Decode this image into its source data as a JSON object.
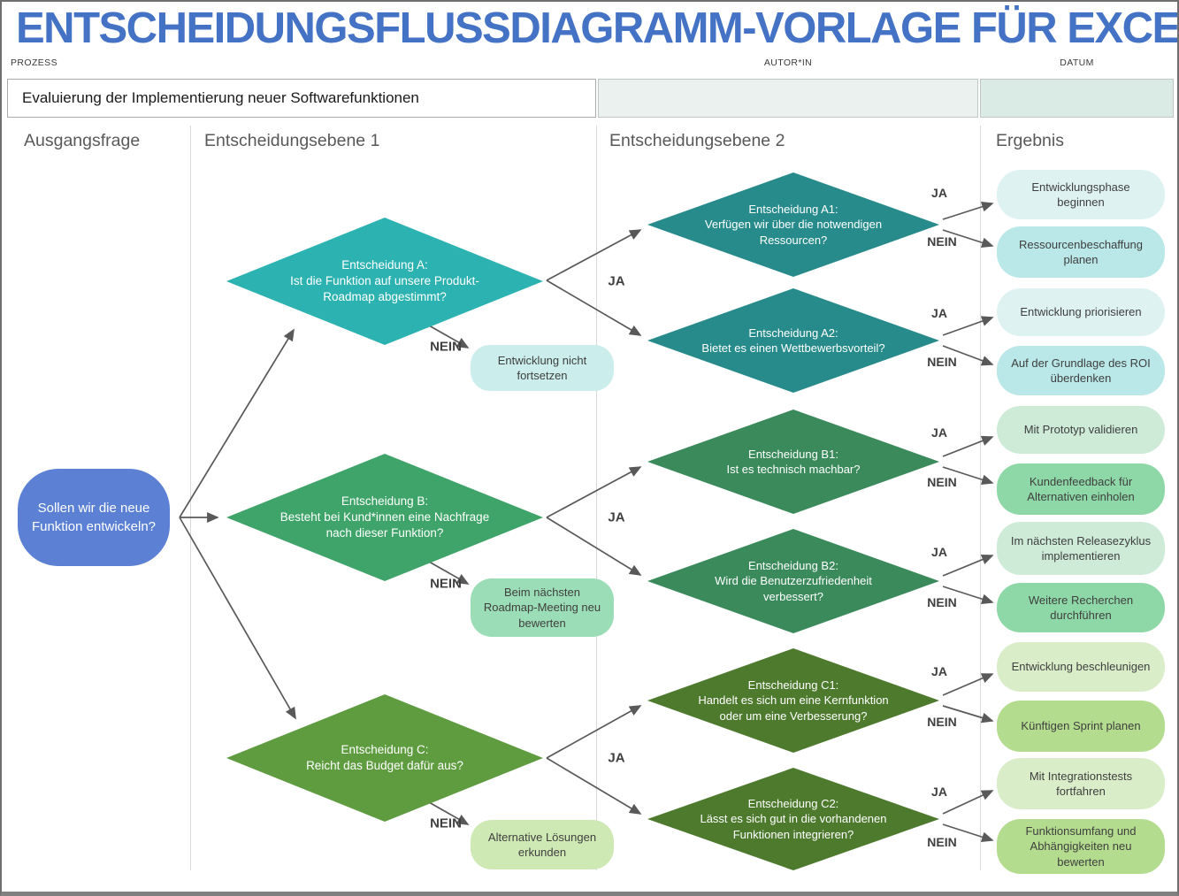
{
  "title": "ENTSCHEIDUNGSFLUSSDIAGRAMM-VORLAGE FÜR EXCEL",
  "meta": {
    "prozess_label": "PROZESS",
    "autor_label": "AUTOR*IN",
    "datum_label": "DATUM",
    "prozess_value": "Evaluierung der Implementierung neuer Softwarefunktionen",
    "autor_value": "",
    "datum_value": ""
  },
  "columns": {
    "c1": "Ausgangsfrage",
    "c2": "Entscheidungsebene 1",
    "c3": "Entscheidungsebene 2",
    "c4": "Ergebnis"
  },
  "labels": {
    "ja": "JA",
    "nein": "NEIN"
  },
  "colors": {
    "title_blue": "#4472C4",
    "start_blue": "#5B80D4",
    "teal": "#2DB2B2",
    "teal_dark": "#278B8B",
    "green": "#3FA469",
    "green_dark": "#3A8A5C",
    "olive": "#5F9C40",
    "olive_dark": "#4E7A2E",
    "arrow_gray": "#595959",
    "pill_teal_light": "#CBEDEB",
    "pill_green_mid": "#9BDDB6",
    "pill_olive_light": "#CFE9B4",
    "result_teal_ja": "#DFF2F2",
    "result_teal_nein": "#BAE7E7",
    "result_green_ja": "#CDEBD7",
    "result_green_nein": "#8ED8A8",
    "result_olive_ja": "#DAEDC9",
    "result_olive_nein": "#B4DC8E",
    "autor_cell_bg": "#EAF1EE",
    "datum_cell_bg": "#DAEAE5"
  },
  "flow": {
    "start": "Sollen wir die neue Funktion entwickeln?",
    "branches": [
      {
        "title": "Entscheidung A:",
        "question": "Ist die Funktion auf unsere Produkt-Roadmap abgestimmt?",
        "nein_outcome": "Entwicklung nicht fortsetzen",
        "children": [
          {
            "title": "Entscheidung A1:",
            "question": "Verfügen wir über die notwendigen Ressourcen?",
            "ja_result": "Entwicklungsphase beginnen",
            "nein_result": "Ressourcenbeschaffung planen"
          },
          {
            "title": "Entscheidung A2:",
            "question": "Bietet es einen Wettbewerbsvorteil?",
            "ja_result": "Entwicklung priorisieren",
            "nein_result": "Auf der Grundlage des ROI überdenken"
          }
        ]
      },
      {
        "title": "Entscheidung B:",
        "question": "Besteht bei Kund*innen eine Nachfrage nach dieser Funktion?",
        "nein_outcome": "Beim nächsten Roadmap-Meeting neu bewerten",
        "children": [
          {
            "title": "Entscheidung B1:",
            "question": "Ist es technisch machbar?",
            "ja_result": "Mit Prototyp validieren",
            "nein_result": "Kundenfeedback für Alternativen einholen"
          },
          {
            "title": "Entscheidung B2:",
            "question": "Wird die Benutzerzufriedenheit verbessert?",
            "ja_result": "Im nächsten Releasezyklus implementieren",
            "nein_result": "Weitere Recherchen durchführen"
          }
        ]
      },
      {
        "title": "Entscheidung C:",
        "question": "Reicht das Budget dafür aus?",
        "nein_outcome": "Alternative Lösungen erkunden",
        "children": [
          {
            "title": "Entscheidung C1:",
            "question": "Handelt es sich um eine Kernfunktion oder um eine Verbesserung?",
            "ja_result": "Entwicklung beschleunigen",
            "nein_result": "Künftigen Sprint planen"
          },
          {
            "title": "Entscheidung C2:",
            "question": "Lässt es sich gut in die vorhandenen Funktionen integrieren?",
            "ja_result": "Mit Integrationstests fortfahren",
            "nein_result": "Funktionsumfang und Abhängigkeiten neu bewerten"
          }
        ]
      }
    ]
  }
}
